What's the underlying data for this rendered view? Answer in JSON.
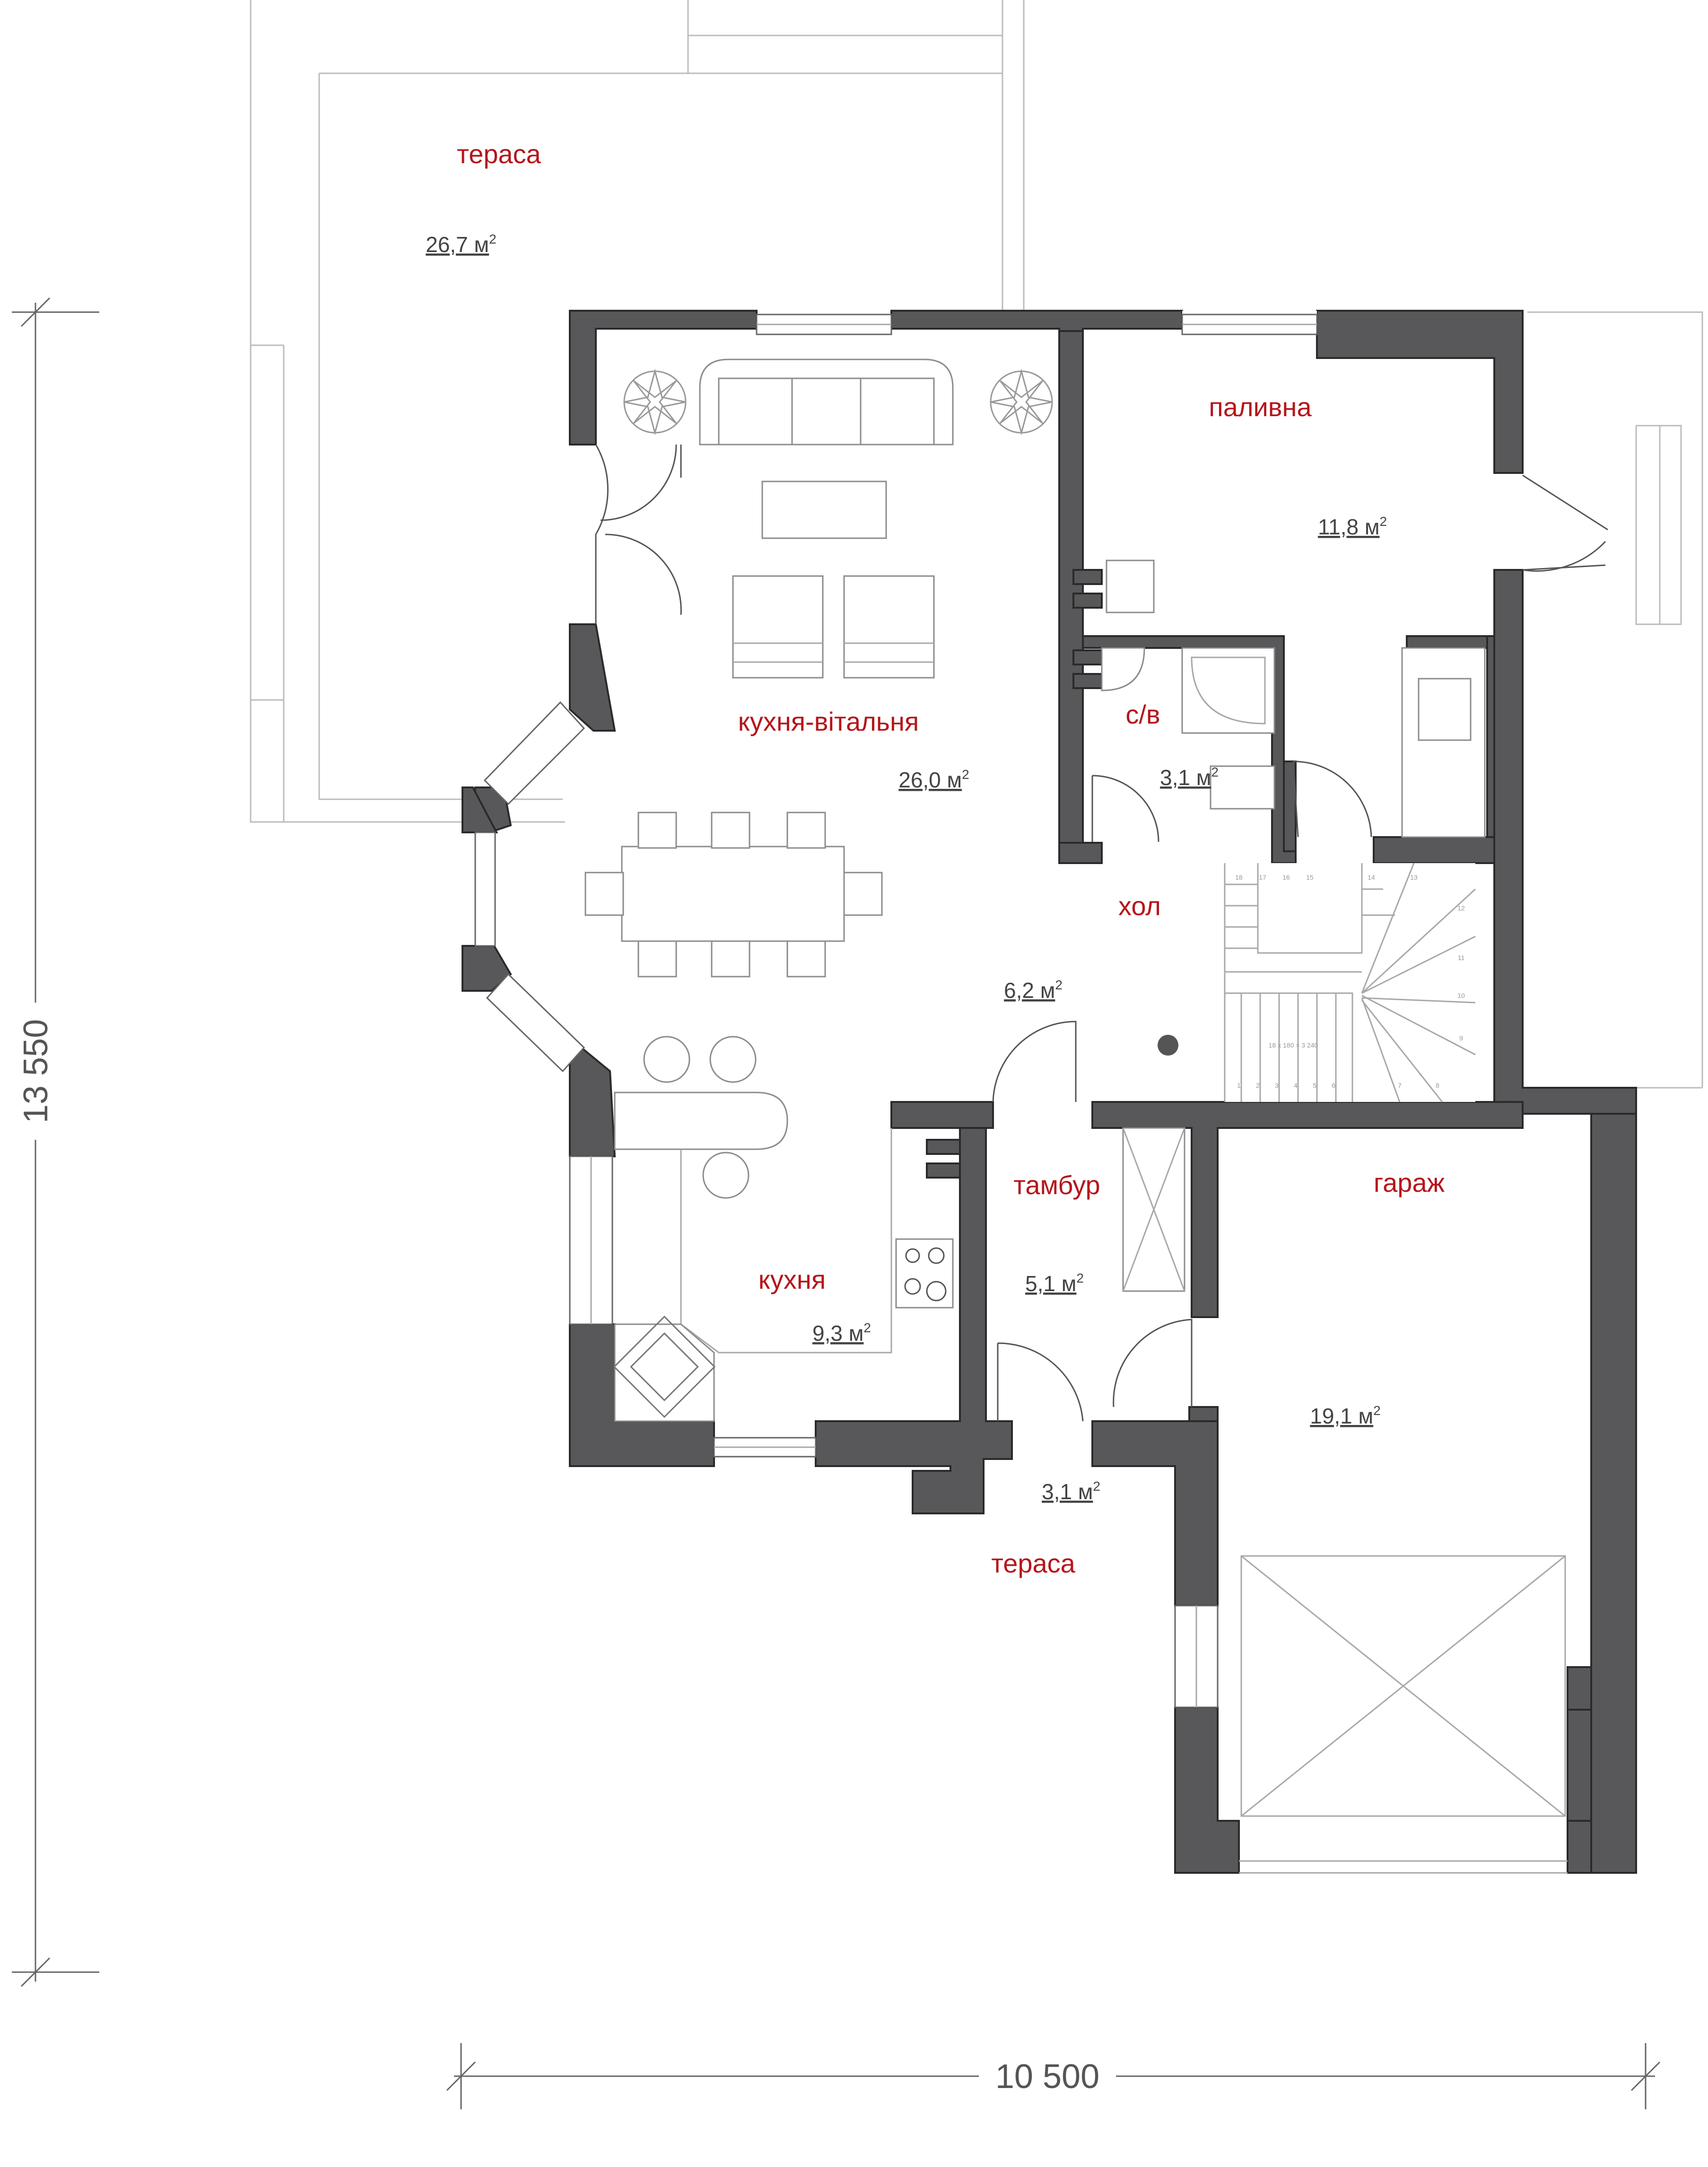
{
  "rooms": {
    "terrace_top": {
      "name": "тераса",
      "area": "26,7 м",
      "sup": "2"
    },
    "boiler": {
      "name": "паливна",
      "area": "11,8 м",
      "sup": "2"
    },
    "living": {
      "name": "кухня-вітальня",
      "area": "26,0 м",
      "sup": "2"
    },
    "wc": {
      "name": "с/в",
      "area": "3,1 м",
      "sup": "2"
    },
    "hall": {
      "name": "хол",
      "area": "6,2 м",
      "sup": "2"
    },
    "vestibule": {
      "name": "тамбур",
      "area": "5,1 м",
      "sup": "2"
    },
    "kitchen": {
      "name": "кухня",
      "area": "9,3 м",
      "sup": "2"
    },
    "garage": {
      "name": "гараж",
      "area": "19,1 м",
      "sup": "2"
    },
    "porch": {
      "area": "3,1 м",
      "sup": "2"
    },
    "terrace_bottom": {
      "name": "тераса"
    }
  },
  "dimensions": {
    "height": "13 550",
    "width": "10 500"
  },
  "stairs": {
    "label": "18 x 180 = 3 240",
    "numbers": [
      "1",
      "2",
      "3",
      "4",
      "5",
      "6",
      "7",
      "8",
      "9",
      "10",
      "11",
      "12",
      "13",
      "14",
      "15",
      "16",
      "17",
      "18"
    ]
  },
  "colors": {
    "wall": "#58585a",
    "label": "#b5161b",
    "area": "#444444"
  }
}
